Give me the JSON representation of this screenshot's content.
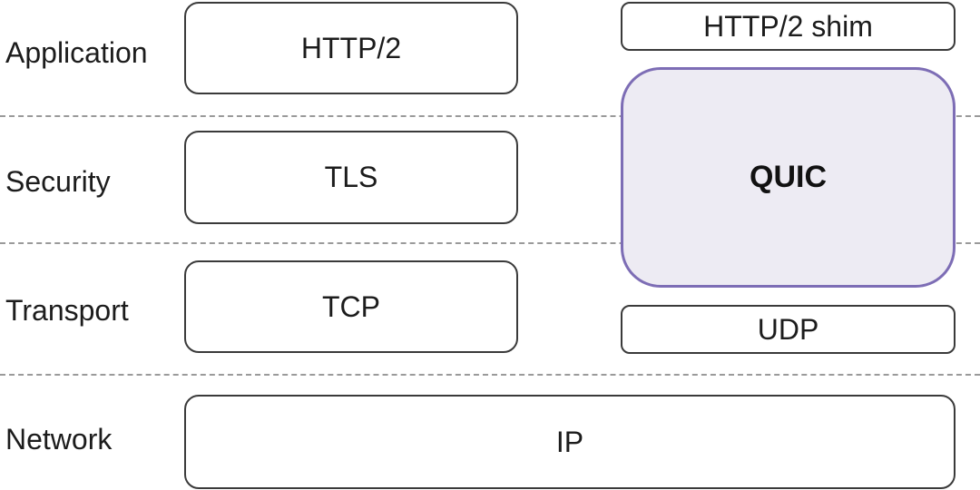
{
  "layers": {
    "application": "Application",
    "security": "Security",
    "transport": "Transport",
    "network": "Network"
  },
  "tcp_stack": {
    "application": "HTTP/2",
    "security": "TLS",
    "transport": "TCP"
  },
  "quic_stack": {
    "shim": "HTTP/2 shim",
    "quic": "QUIC",
    "udp": "UDP"
  },
  "network_box": "IP",
  "colors": {
    "quic_fill": "#edebf3",
    "quic_border": "#7d6db5",
    "box_border": "#3a3a3a",
    "divider": "#9a9a9a"
  }
}
